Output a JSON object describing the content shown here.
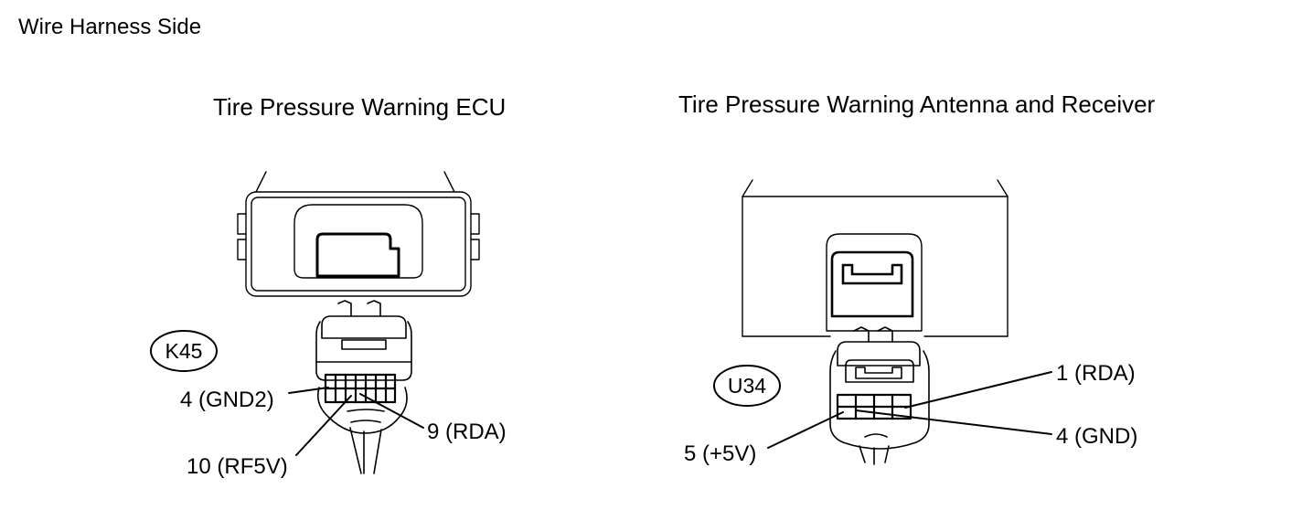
{
  "header": {
    "title": "Wire Harness Side"
  },
  "connectors": [
    {
      "title": "Tire Pressure Warning ECU",
      "code": "K45",
      "pins": [
        {
          "label": "4 (GND2)"
        },
        {
          "label": "9 (RDA)"
        },
        {
          "label": "10 (RF5V)"
        }
      ]
    },
    {
      "title": "Tire Pressure Warning Antenna and Receiver",
      "code": "U34",
      "pins": [
        {
          "label": "1 (RDA)"
        },
        {
          "label": "4 (GND)"
        },
        {
          "label": "5 (+5V)"
        }
      ]
    }
  ],
  "colors": {
    "line": "#000000",
    "background": "#ffffff"
  }
}
